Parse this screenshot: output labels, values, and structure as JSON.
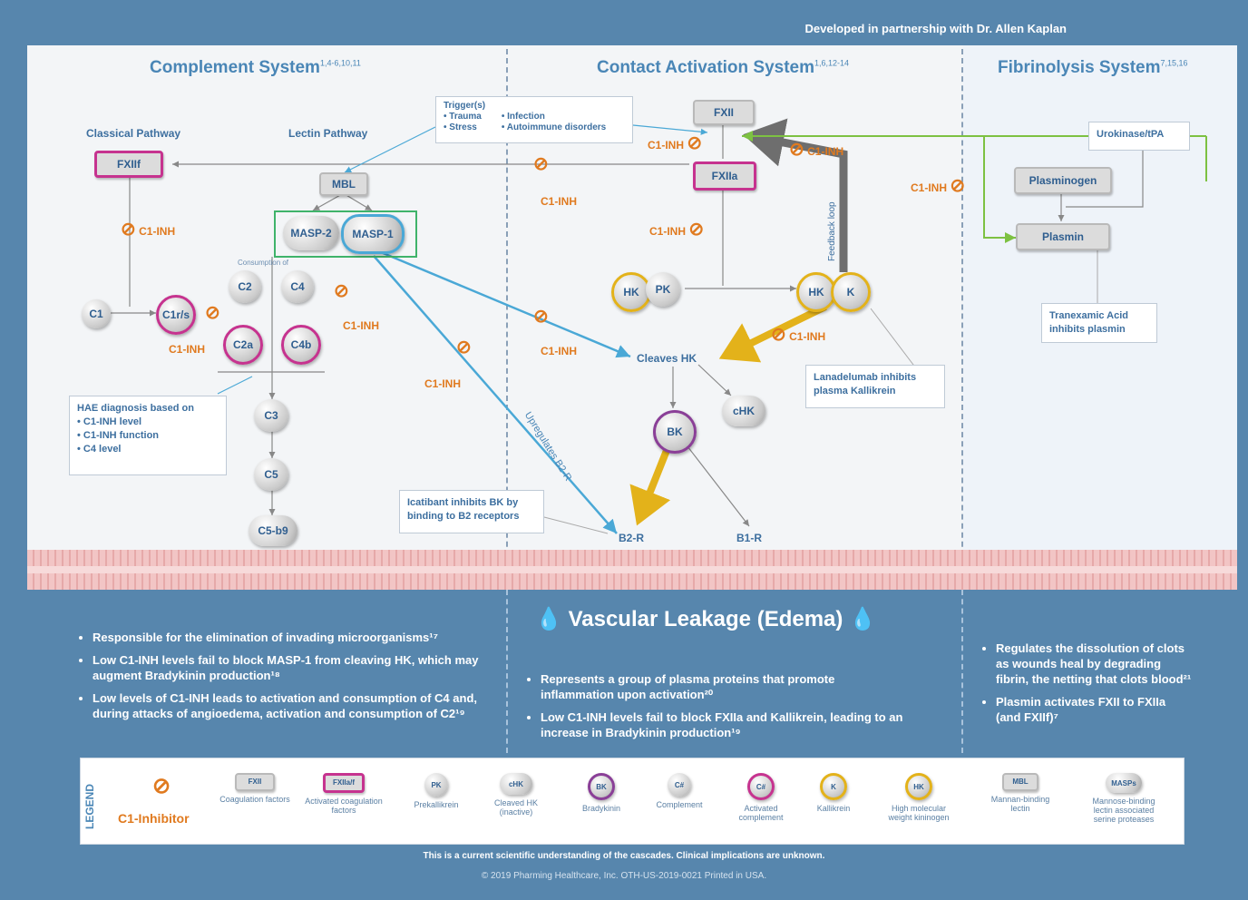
{
  "header": {
    "partner": "Developed in partnership with Dr. Allen Kaplan"
  },
  "sections": {
    "complement": {
      "title": "Complement System",
      "refs": "1,4-6,10,11"
    },
    "contact": {
      "title": "Contact Activation System",
      "refs": "1,6,12-14"
    },
    "fibrinolysis": {
      "title": "Fibrinolysis System",
      "refs": "7,15,16"
    }
  },
  "pathways": {
    "classical": "Classical Pathway",
    "lectin": "Lectin Pathway"
  },
  "trigger": {
    "title": "Trigger(s)",
    "items": [
      "• Trauma",
      "• Infection",
      "• Stress",
      "• Autoimmune disorders"
    ]
  },
  "nodes": {
    "fxiif": "FXIIf",
    "mbl": "MBL",
    "masp2": "MASP-2",
    "masp1": "MASP-1",
    "c1": "C1",
    "c1rs": "C1r/s",
    "c2": "C2",
    "c4": "C4",
    "c2a": "C2a",
    "c4b": "C4b",
    "consumption": "Consumption of",
    "c3": "C3",
    "c5": "C5",
    "c5b9": "C5-b9",
    "fxii": "FXII",
    "fxiia": "FXIIa",
    "hk": "HK",
    "pk": "PK",
    "hk2": "HK",
    "k": "K",
    "cleaves_hk": "Cleaves HK",
    "chk": "cHK",
    "bk": "BK",
    "b2r": "B2-R",
    "b1r": "B1-R",
    "plasminogen": "Plasminogen",
    "plasmin": "Plasmin",
    "urokinase": "Urokinase/tPA",
    "feedback": "Feedback loop",
    "upregulates": "Upregulates B2-R"
  },
  "inhibitor_label": "C1-INH",
  "notes": {
    "hae_title": "HAE diagnosis based on",
    "hae_items": [
      "• C1-INH level",
      "• C1-INH function",
      "• C4 level"
    ],
    "lanadelumab": "Lanadelumab inhibits plasma Kallikrein",
    "icatibant": "Icatibant inhibits BK by binding to B2 receptors",
    "tranexamic": "Tranexamic Acid inhibits plasmin"
  },
  "edema": {
    "title": "Vascular Leakage (Edema)"
  },
  "bullets": {
    "complement": [
      "Responsible for the elimination of invading microorganisms¹⁷",
      "Low C1-INH levels fail to block MASP-1 from cleaving HK, which may augment Bradykinin production¹⁸",
      "Low levels of C1-INH leads to activation and consumption of C4 and, during attacks of angioedema, activation and consumption of C2¹⁹"
    ],
    "contact": [
      "Represents a group of plasma proteins that promote inflammation upon activation²⁰",
      "Low C1-INH levels fail to block FXIIa and Kallikrein, leading to an increase in Bradykinin production¹⁹"
    ],
    "fibrinolysis": [
      "Regulates the dissolution of clots as wounds heal by degrading fibrin, the netting that clots blood²¹",
      "Plasmin activates FXII to FXIIa (and FXIIf)⁷"
    ]
  },
  "legend": {
    "word": "LEGEND",
    "inhibitor": "C1-Inhibitor",
    "items": [
      {
        "swatch": "FXII",
        "label": "Coagulation factors",
        "kind": "box"
      },
      {
        "swatch": "FXIIa/f",
        "label": "Activated coagulation factors",
        "kind": "box-act"
      },
      {
        "swatch": "PK",
        "label": "Prekallikrein",
        "kind": "circ"
      },
      {
        "swatch": "cHK",
        "label": "Cleaved HK (inactive)",
        "kind": "oval"
      },
      {
        "swatch": "BK",
        "label": "Bradykinin",
        "kind": "circ-pur"
      },
      {
        "swatch": "C#",
        "label": "Complement",
        "kind": "circ"
      },
      {
        "swatch": "C#",
        "label": "Activated complement",
        "kind": "circ-mag"
      },
      {
        "swatch": "K",
        "label": "Kallikrein",
        "kind": "circ-yel"
      },
      {
        "swatch": "HK",
        "label": "High molecular weight kininogen",
        "kind": "circ-yel"
      },
      {
        "swatch": "MBL",
        "label": "Mannan-binding lectin",
        "kind": "box"
      },
      {
        "swatch": "MASPs",
        "label": "Mannose-binding lectin associated serine proteases",
        "kind": "oval"
      }
    ]
  },
  "footer": {
    "note": "This is a current scientific understanding of the cascades. Clinical implications are unknown.",
    "copyright": "© 2019 Pharming Healthcare, Inc.  OTH-US-2019-0021  Printed in USA."
  },
  "colors": {
    "background": "#5786ad",
    "inhibitor": "#e07a1f",
    "activated": "#c6338f",
    "kallikrein": "#e3b21a",
    "bradykinin": "#8a3f97",
    "pathway_blue": "#4aa8d6",
    "fibrinolysis_green": "#7dc142"
  }
}
